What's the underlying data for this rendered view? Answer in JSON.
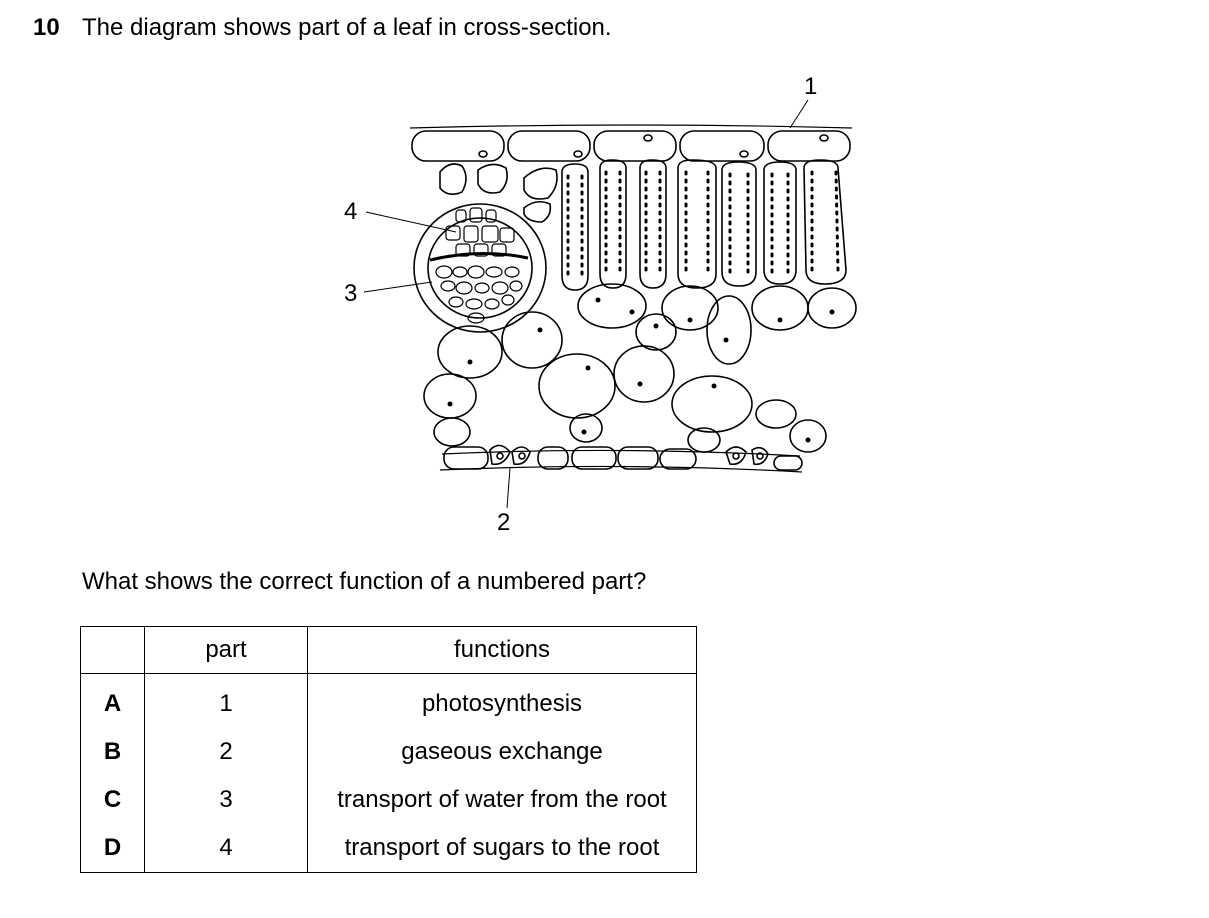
{
  "question": {
    "number": "10",
    "text": "The diagram shows part of a leaf in cross-section.",
    "prompt": "What shows the correct function of a numbered part?"
  },
  "diagram": {
    "labels": [
      "1",
      "2",
      "3",
      "4"
    ]
  },
  "table": {
    "headers": {
      "letter": "",
      "part": "part",
      "functions": "functions"
    },
    "rows": [
      {
        "letter": "A",
        "part": "1",
        "function": "photosynthesis"
      },
      {
        "letter": "B",
        "part": "2",
        "function": "gaseous exchange"
      },
      {
        "letter": "C",
        "part": "3",
        "function": "transport of water from the root"
      },
      {
        "letter": "D",
        "part": "4",
        "function": "transport of sugars to the root"
      }
    ]
  }
}
